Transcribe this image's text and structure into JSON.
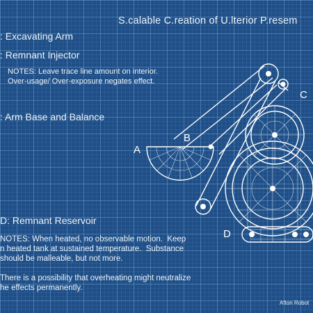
{
  "title": "S.calable C.reation of U.lterior P.resem",
  "labels": {
    "arm": ": Excavating Arm",
    "injector": ": Remnant Injector",
    "injector_notes": "NOTES: Leave trace line amount on interior.\nOver-usage/ Over-exposure negates effect.",
    "base": ": Arm Base and Balance",
    "reservoir": "D: Remnant Reservoir",
    "reservoir_notes": "NOTES: When heated, no observable motion.  Keep\nn heated tank at sustained temperature.  Substance\nshould be malleable, but not more.\n\nThere is a possibility that overheating might neutralize\nhe effects permanently."
  },
  "part_letters": {
    "a": "A",
    "b": "B",
    "c": "C",
    "d": "D"
  },
  "credit": "Afton Robot",
  "colors": {
    "background": "#1f4f86",
    "grid": "#8cbef0",
    "ink": "#ffffff"
  }
}
